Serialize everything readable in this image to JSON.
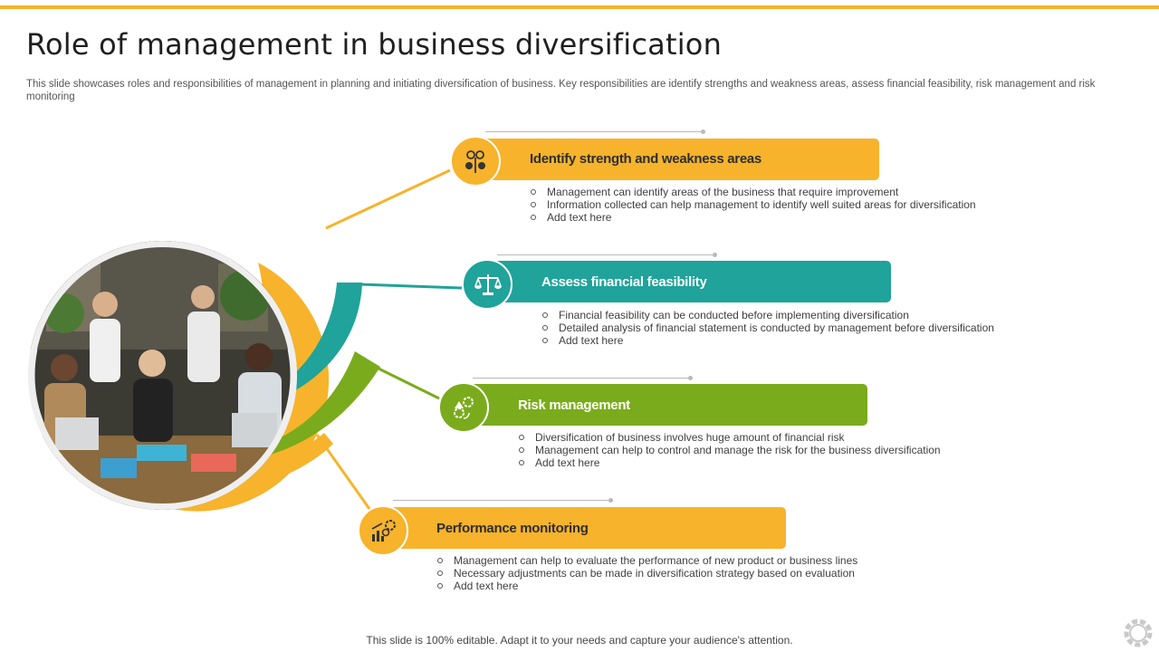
{
  "slide": {
    "title": "Role of management in business diversification",
    "subtitle": "This slide showcases roles and responsibilities of management in planning and initiating diversification of business. Key responsibilities are identify strengths and weakness areas, assess financial feasibility, risk management and risk monitoring",
    "footer": "This slide is 100% editable. Adapt it to your needs and capture your audience's attention.",
    "accent_color": "#F7B32B"
  },
  "photo": {
    "description_icon": "team-photo"
  },
  "items": [
    {
      "title": "Identify strength and weakness areas",
      "color": "#F7B32B",
      "title_color": "#2e2e2e",
      "icon": "strength-weakness-icon",
      "bullets": [
        "Management can identify areas of the business that require improvement",
        "Information collected can help management to identify well suited areas for diversification",
        "Add text here"
      ]
    },
    {
      "title": "Assess financial feasibility",
      "color": "#1FA39A",
      "title_color": "#ffffff",
      "icon": "balance-scale-icon",
      "bullets": [
        "Financial feasibility can be conducted before implementing diversification",
        "Detailed analysis of financial statement is conducted by management before diversification",
        "Add text here"
      ]
    },
    {
      "title": "Risk management",
      "color": "#7AAB1C",
      "title_color": "#ffffff",
      "icon": "risk-gears-icon",
      "bullets": [
        "Diversification of business involves huge amount of financial risk",
        "Management can help to control and manage the risk for the business diversification",
        "Add text here"
      ]
    },
    {
      "title": "Performance monitoring",
      "color": "#F7B32B",
      "title_color": "#2e2e2e",
      "icon": "performance-chart-icon",
      "bullets": [
        "Management can help to evaluate the performance of new product or business lines",
        "Necessary adjustments can be made in diversification strategy based on evaluation",
        "Add text here"
      ]
    }
  ]
}
